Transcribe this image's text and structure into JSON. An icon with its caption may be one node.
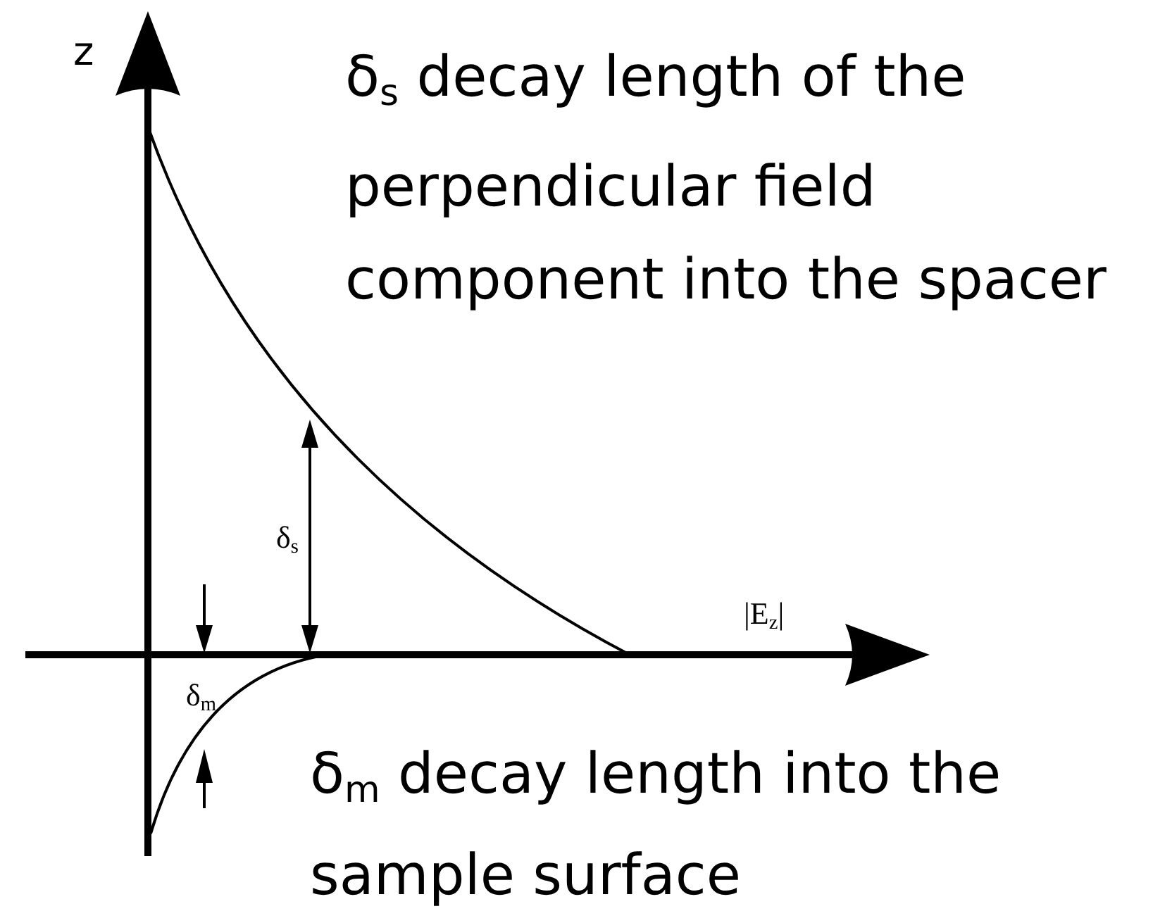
{
  "diagram": {
    "labels": [
      "z",
      "δ$_{s}$ decay length of the perpendicular field component into the spacer",
      "δ$_{s}$",
      "|E$_{z}$|",
      "δ$_{m}$",
      "δ$_{m}$ decay length into the sample surface"
    ]
  }
}
